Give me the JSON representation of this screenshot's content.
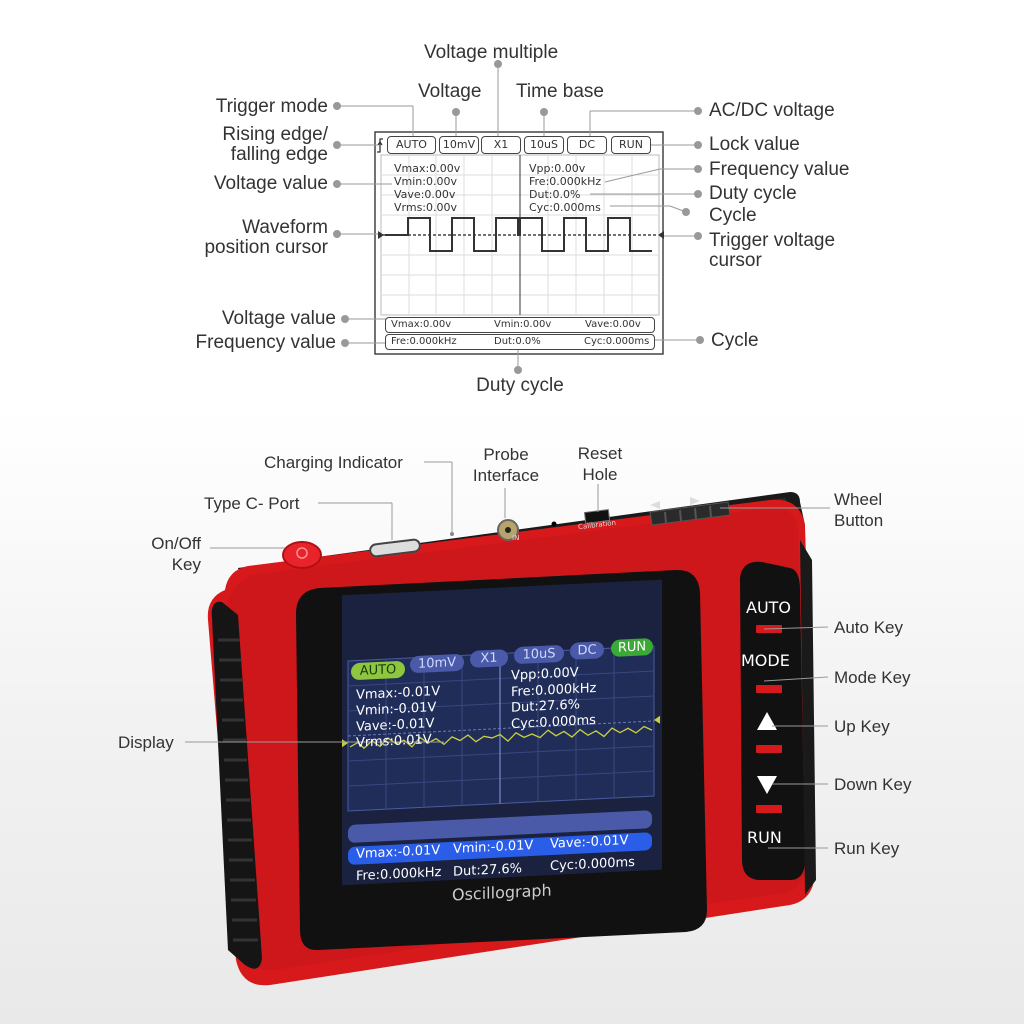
{
  "screen_diagram": {
    "buttons": [
      "AUTO",
      "10mV",
      "X1",
      "10uS",
      "DC",
      "RUN"
    ],
    "left_readout": [
      "Vmax:0.00v",
      "Vmin:0.00v",
      "Vave:0.00v",
      "Vrms:0.00v"
    ],
    "right_readout": [
      "Vpp:0.00v",
      "Fre:0.000kHz",
      "Dut:0.0%",
      "Cyc:0.000ms"
    ],
    "bar1": {
      "a": "Vmax:0.00v",
      "b": "Vmin:0.00v",
      "c": "Vave:0.00v"
    },
    "bar2": {
      "a": "Fre:0.000kHz",
      "b": "Dut:0.0%",
      "c": "Cyc:0.000ms"
    }
  },
  "screen_labels": {
    "voltage_multiple": "Voltage multiple",
    "voltage": "Voltage",
    "time_base": "Time base",
    "trigger_mode": "Trigger mode",
    "rising_edge_l1": "Rising edge/",
    "rising_edge_l2": "falling edge",
    "voltage_value_top": "Voltage value",
    "waveform_l1": "Waveform",
    "waveform_l2": "position cursor",
    "voltage_value_bottom": "Voltage value",
    "frequency_value_bottom": "Frequency value",
    "duty_cycle_bottom": "Duty cycle",
    "acdc": "AC/DC voltage",
    "lock_value": "Lock value",
    "frequency_value": "Frequency value",
    "duty_cycle": "Duty cycle",
    "cycle": "Cycle",
    "trigger_l1": "Trigger voltage",
    "trigger_l2": "cursor",
    "cycle_bottom": "Cycle"
  },
  "device_labels": {
    "charging_indicator": "Charging Indicator",
    "probe_l1": "Probe",
    "probe_l2": "Interface",
    "reset_l1": "Reset",
    "reset_l2": "Hole",
    "type_c": "Type C- Port",
    "onoff_l1": "On/Off",
    "onoff_l2": "Key",
    "wheel_l1": "Wheel",
    "wheel_l2": "Button",
    "display": "Display",
    "auto_key": "Auto Key",
    "mode_key": "Mode Key",
    "up_key": "Up Key",
    "down_key": "Down Key",
    "run_key": "Run Key"
  },
  "device": {
    "buttons": [
      "AUTO",
      "10mV",
      "X1",
      "10uS",
      "DC",
      "RUN"
    ],
    "left_readout": [
      "Vmax:-0.01V",
      "Vmin:-0.01V",
      "Vave:-0.01V",
      "Vrms:0.01V"
    ],
    "right_readout": [
      "Vpp:0.00V",
      "Fre:0.000kHz",
      "Dut:27.6%",
      "Cyc:0.000ms"
    ],
    "bar1": {
      "a": "Vmax:-0.01V",
      "b": "Vmin:-0.01V",
      "c": "Vave:-0.01V"
    },
    "bar2": {
      "a": "Fre:0.000kHz",
      "b": "Dut:27.6%",
      "c": "Cyc:0.000ms"
    },
    "brand": "Oscillograph",
    "keys": {
      "auto": "AUTO",
      "mode": "MODE",
      "run": "RUN"
    },
    "port_in": "IN",
    "calibration": "Calibration"
  },
  "colors": {
    "body_red": "#d8191c",
    "auto_green": "#8ec63f",
    "run_green": "#3aa935",
    "bar_blue": "#2a5ee8",
    "wave_yellow": "#c8d040"
  }
}
